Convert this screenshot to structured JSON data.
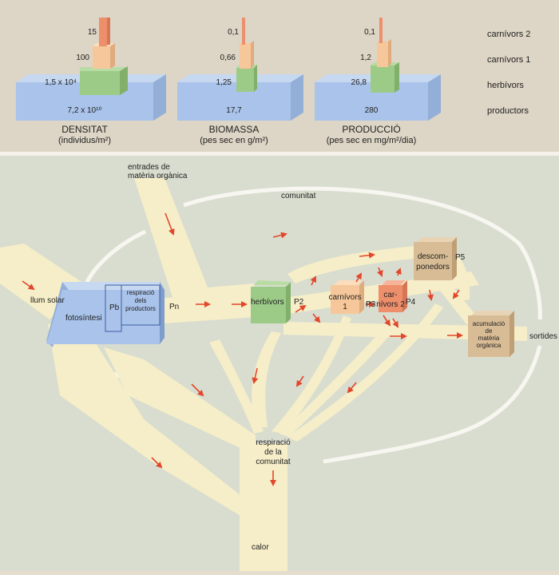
{
  "pyramids": [
    {
      "title": "DENSITAT",
      "unit": "(individus/m²)",
      "values": {
        "carn2": "15",
        "carn1": "100",
        "herb": "1,5 x 10⁴",
        "prod": "7,2 x 10¹⁰"
      }
    },
    {
      "title": "BIOMASSA",
      "unit": "(pes sec en g/m²)",
      "values": {
        "carn2": "0,1",
        "carn1": "0,66",
        "herb": "1,25",
        "prod": "17,7"
      }
    },
    {
      "title": "PRODUCCIÓ",
      "unit": "(pes sec en mg/m²/dia)",
      "values": {
        "carn2": "0,1",
        "carn1": "1,2",
        "herb": "26,8",
        "prod": "280"
      }
    }
  ],
  "levels": [
    "carnívors 2",
    "carnívors 1",
    "herbívors",
    "productors"
  ],
  "flow": {
    "entrades": [
      "entrades de",
      "matèria orgànica"
    ],
    "comunitat": "comunitat",
    "llum": "llum solar",
    "fotosintesi": "fotosíntesi",
    "pb": "Pb",
    "respiracio_prod": [
      "respiració",
      "dels",
      "productors"
    ],
    "pn": "Pn",
    "herbivors": "herbívors",
    "p2": "P2",
    "carn1": [
      "carnívors",
      "1"
    ],
    "p3": "P3",
    "carn2": [
      "car-",
      "nívors 2"
    ],
    "p4": "P4",
    "descomp": [
      "descom-",
      "ponedors"
    ],
    "p5": "P5",
    "acumulacio": [
      "acumulació",
      "de",
      "matèria",
      "orgànica"
    ],
    "sortides": "sortides",
    "resp_comunitat": [
      "respiració",
      "de la",
      "comunitat"
    ],
    "calor": "calor"
  },
  "colors": {
    "productors": "#a9c3ea",
    "herbivors": "#9ccb87",
    "carnivors1": "#f6c79a",
    "carnivors2": "#ee8f6c",
    "descomponedors": "#d8bc95",
    "flow": "#f6eec8",
    "arrow": "#e2462b"
  }
}
